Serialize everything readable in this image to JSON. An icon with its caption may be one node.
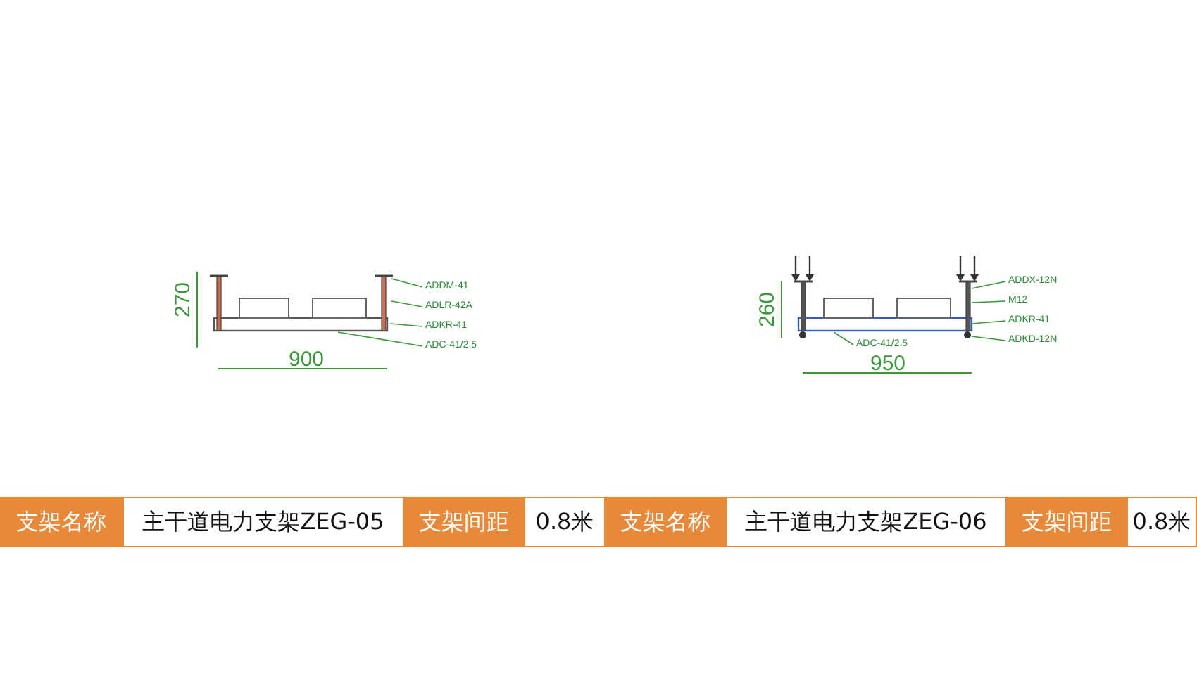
{
  "diagram": {
    "nodes": [
      {
        "text": [
          "ADDM-41"
        ]
      },
      {
        "text": [
          "ADLR-42A"
        ]
      },
      {
        "text": [
          "ADKR-41"
        ]
      },
      {
        "text": [
          "ADC-41/2.5"
        ]
      },
      {
        "text": [
          "ADDX-12N"
        ]
      },
      {
        "text": [
          "M12"
        ]
      },
      {
        "text": [
          "ADKR-41"
        ]
      },
      {
        "text": [
          "ADC-41/2.5"
        ]
      },
      {
        "text": [
          "ADKD-12N"
        ]
      }
    ],
    "edges": [
      {
        "from": 0,
        "to": null,
        "arrow": "none"
      },
      {
        "from": 1,
        "to": null,
        "arrow": "none"
      },
      {
        "from": 2,
        "to": null,
        "arrow": "none"
      },
      {
        "from": 3,
        "to": null,
        "arrow": "none"
      },
      {
        "from": 4,
        "to": null,
        "arrow": "none"
      },
      {
        "from": 5,
        "to": null,
        "arrow": "none"
      },
      {
        "from": 6,
        "to": null,
        "arrow": "none"
      },
      {
        "from": 7,
        "to": null,
        "arrow": "none"
      },
      {
        "from": 8,
        "to": null,
        "arrow": "none"
      }
    ],
    "labels": [
      "270",
      "900",
      "260",
      "950",
      "支架名称",
      "主干道电力支架ZEG-05",
      "支架间距",
      "0.8米",
      "支架名称",
      "主干道电力支架ZEG-06",
      "支架间距",
      "0.8米"
    ]
  }
}
